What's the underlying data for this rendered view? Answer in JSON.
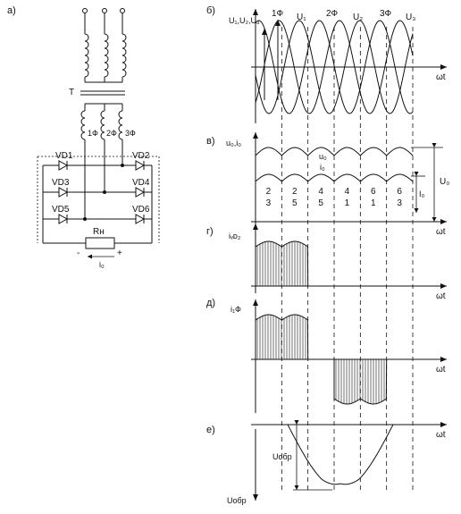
{
  "panel_labels": {
    "a": "а)",
    "b": "б)",
    "v": "в)",
    "g": "г)",
    "d": "д)",
    "e": "е)"
  },
  "circuit": {
    "transformer": "T",
    "phases": [
      "1Ф",
      "2Ф",
      "3Ф"
    ],
    "diodes": [
      "VD1",
      "VD2",
      "VD3",
      "VD4",
      "VD5",
      "VD6"
    ],
    "load": "Rн",
    "minus": "-",
    "plus": "+",
    "current": "i₀"
  },
  "b": {
    "ylabel": "U₁,U₂,U₃",
    "curve_labels": [
      "1Ф",
      "U₁",
      "2Ф",
      "U₂",
      "3Ф",
      "U₃"
    ],
    "xlabel": "ωt"
  },
  "v": {
    "ylabel": "u₀,i₀",
    "u0": "u₀",
    "i0": "i₀",
    "U0": "U₀",
    "I0": "I₀",
    "xlabel": "ωt",
    "conducting_pairs": [
      [
        "2",
        "3"
      ],
      [
        "2",
        "5"
      ],
      [
        "4",
        "5"
      ],
      [
        "4",
        "1"
      ],
      [
        "6",
        "1"
      ],
      [
        "6",
        "3"
      ]
    ]
  },
  "g": {
    "ylabel": "iᵥᴅ₂",
    "xlabel": "ωt"
  },
  "d": {
    "ylabel": "i₁Ф",
    "xlabel": "ωt"
  },
  "e": {
    "ylabel_bottom": "Uобр",
    "amplitude_label": "Uобр",
    "xlabel": "ωt"
  }
}
